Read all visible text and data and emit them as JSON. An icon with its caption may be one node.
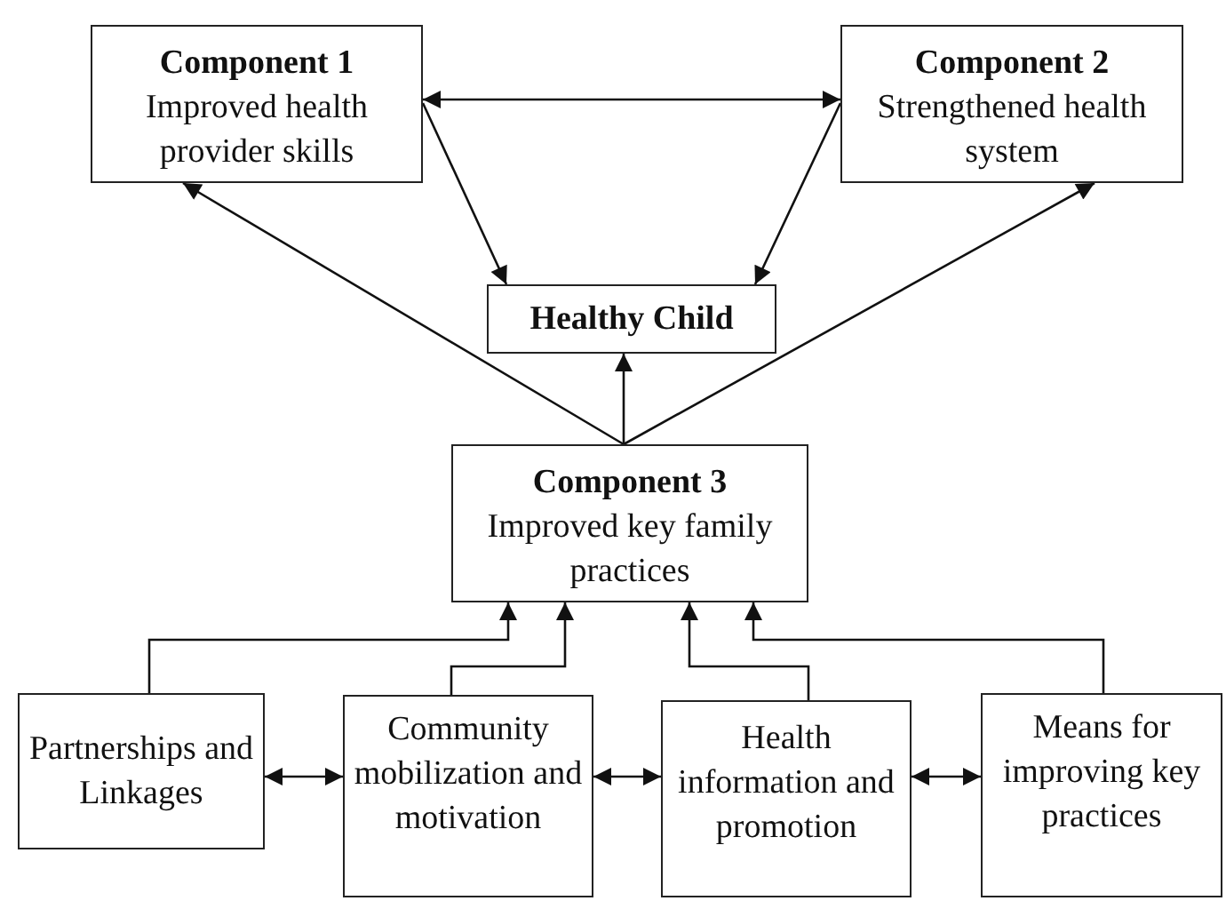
{
  "diagram": {
    "nodes": [
      {
        "text": [
          "Component 1",
          "Improved health provider skills"
        ]
      },
      {
        "text": [
          "Component 2",
          "Strengthened health system"
        ]
      },
      {
        "text": [
          "Healthy Child"
        ]
      },
      {
        "text": [
          "Component 3",
          "Improved key family practices"
        ]
      },
      {
        "text": [
          "Partnerships and Linkages"
        ]
      },
      {
        "text": [
          "Community mobilization and motivation"
        ]
      },
      {
        "text": [
          "Health information and promotion"
        ]
      },
      {
        "text": [
          "Means for improving key practices"
        ]
      }
    ],
    "edges": [
      {
        "from": 0,
        "to": 1,
        "arrow": "both"
      },
      {
        "from": 0,
        "to": 2,
        "arrow": "to"
      },
      {
        "from": 1,
        "to": 2,
        "arrow": "to"
      },
      {
        "from": 3,
        "to": 2,
        "arrow": "to"
      },
      {
        "from": 3,
        "to": 0,
        "arrow": "to"
      },
      {
        "from": 3,
        "to": 1,
        "arrow": "to"
      },
      {
        "from": 4,
        "to": 3,
        "arrow": "to"
      },
      {
        "from": 5,
        "to": 3,
        "arrow": "to"
      },
      {
        "from": 6,
        "to": 3,
        "arrow": "to"
      },
      {
        "from": 7,
        "to": 3,
        "arrow": "to"
      },
      {
        "from": 4,
        "to": 5,
        "arrow": "both"
      },
      {
        "from": 5,
        "to": 6,
        "arrow": "both"
      },
      {
        "from": 6,
        "to": 7,
        "arrow": "both"
      }
    ]
  }
}
